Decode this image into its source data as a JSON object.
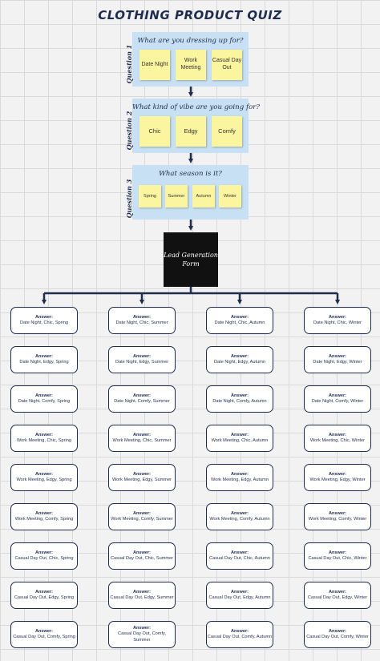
{
  "title": "CLOTHING PRODUCT QUIZ",
  "questions": [
    {
      "label": "Question 1",
      "text": "What are you dressing up for?",
      "options": [
        "Date Night",
        "Work Meeting",
        "Casual Day Out"
      ]
    },
    {
      "label": "Question 2",
      "text": "What kind of vibe are you going for?",
      "options": [
        "Chic",
        "Edgy",
        "Comfy"
      ]
    },
    {
      "label": "Question 3",
      "text": "What season is it?",
      "options": [
        "Spring",
        "Summer",
        "Autumn",
        "Winter"
      ]
    }
  ],
  "lead": {
    "line1": "Lead Generation",
    "line2": "Form"
  },
  "answer_heading": "Answer:",
  "answers": [
    [
      "Date Night, Chic, Spring",
      "Date Night, Chic, Summer",
      "Date Night, Chic, Autumn",
      "Date Night, Chic, Winter"
    ],
    [
      "Date Night, Edgy, Spring",
      "Date Night, Edgy, Summer",
      "Date Night, Edgy, Autumn",
      "Date Night, Edgy, Winter"
    ],
    [
      "Date Night, Comfy, Spring",
      "Date Night, Comfy, Summer",
      "Date Night, Comfy, Autumn",
      "Date Night, Comfy, Winter"
    ],
    [
      "Work Meeting, Chic, Spring",
      "Work Meeting, Chic, Summer",
      "Work Meeting, Chic, Autumn",
      "Work Meeting, Chic, Winter"
    ],
    [
      "Work Meeting, Edgy, Spring",
      "Work Meeting, Edgy, Summer",
      "Work Meeting, Edgy, Autumn",
      "Work Meeting, Edgy, Winter"
    ],
    [
      "Work Meeting, Comfy, Spring",
      "Work Meeting, Comfy, Summer",
      "Work Meeting, Comfy, Autumn",
      "Work Meeting, Comfy, Winter"
    ],
    [
      "Casual Day Out, Chic, Spring",
      "Casual Day Out, Chic, Summer",
      "Casual Day Out, Chic, Autumn",
      "Casual Day Out, Chic, Winter"
    ],
    [
      "Casual Day Out, Edgy, Spring",
      "Casual Day Out, Edgy, Summer",
      "Casual Day Out, Edgy, Autumn",
      "Casual Day Out, Edgy, Winter"
    ],
    [
      "Casual Day Out, Comfy, Spring",
      "Casual Day Out, Comfy, Summer",
      "Casual Day Out, Comfy, Autumn",
      "Casual Day Out, Comfy, Winter"
    ]
  ],
  "colors": {
    "panel": "#c7e0f3",
    "sticky": "#fbf59f",
    "ink": "#1f2d4d",
    "lead": "#111111"
  }
}
